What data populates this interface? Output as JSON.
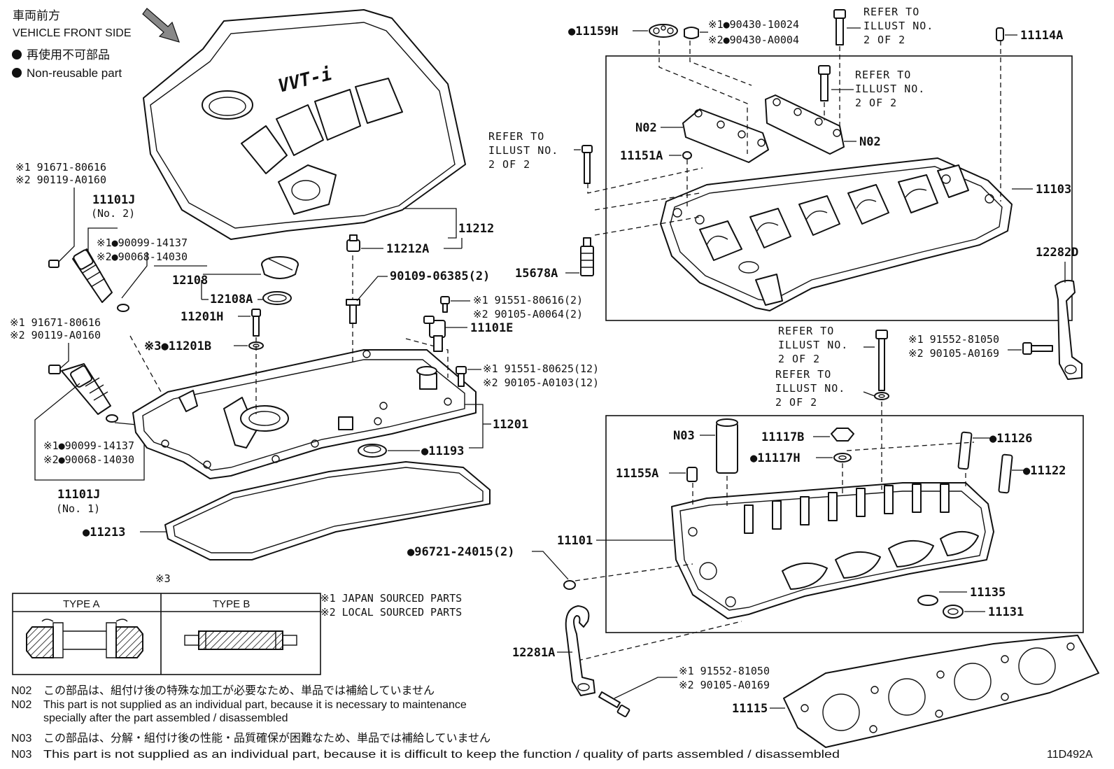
{
  "orientation": {
    "label_ja": "車両前方",
    "label_en": "VEHICLE FRONT SIDE"
  },
  "legend": {
    "nonreusable_ja": "再使用不可部品",
    "nonreusable_en": "Non-reusable part",
    "sourced_japan": "※1 JAPAN SOURCED PARTS",
    "sourced_local": "※2 LOCAL SOURCED PARTS"
  },
  "refer_to": [
    "REFER TO",
    "ILLUST NO.",
    "2 OF 2"
  ],
  "parts": {
    "p11159H": "●11159H",
    "p90430_1": "※1●90430-10024",
    "p90430_2": "※2●90430-A0004",
    "p11114A": "11114A",
    "pN02a": "N02",
    "pN02b": "N02",
    "p11151A": "11151A",
    "p11103": "11103",
    "p15678A": "15678A",
    "p12282D": "12282D",
    "p91552_a1": "※1 91552-81050",
    "p90105_a2": "※2 90105-A0169",
    "p91671_a1": "※1 91671-80616",
    "p90119_a2": "※2 90119-A0160",
    "p11101J_2": "11101J",
    "p11101J_2n": "(No. 2)",
    "p90099_a1": "※1●90099-14137",
    "p90068_a2": "※2●90068-14030",
    "p11212": "11212",
    "p11212A": "11212A",
    "p12108": "12108",
    "p12108A": "12108A",
    "p90109": "90109-06385(2)",
    "p91551_616": "※1 91551-80616(2)",
    "p90105_64": "※2 90105-A0064(2)",
    "p11101E": "11101E",
    "p11201H": "11201H",
    "p11201B": "※3●11201B",
    "p91671_b1": "※1 91671-80616",
    "p90119_b2": "※2 90119-A0160",
    "p91551_625": "※1 91551-80625(12)",
    "p90105_103": "※2 90105-A0103(12)",
    "p11201": "11201",
    "p11193": "●11193",
    "p90099_b1": "※1●90099-14137",
    "p90068_b2": "※2●90068-14030",
    "p11101J_1": "11101J",
    "p11101J_1n": "(No. 1)",
    "p11213": "●11213",
    "pN03": "N03",
    "p11117B": "11117B",
    "p11117H": "●11117H",
    "p11126": "●11126",
    "p11122": "●11122",
    "p11155A": "11155A",
    "p11101": "11101",
    "p96721": "●96721-24015(2)",
    "p11135": "11135",
    "p11131": "11131",
    "p12281A": "12281A",
    "p91552_b1": "※1 91552-81050",
    "p90105_b2": "※2 90105-A0169",
    "p11115": "11115",
    "engine_badge": "VVT-i"
  },
  "inset": {
    "mark": "※3",
    "type_a": "TYPE A",
    "type_b": "TYPE B"
  },
  "notes": [
    {
      "code": "N02",
      "text": "この部品は、組付け後の特殊な加工が必要なため、単品では補給していません"
    },
    {
      "code": "N02",
      "text": "This part is not supplied as an individual part, because it is necessary to maintenance"
    },
    {
      "code": "",
      "text": "specially after the part assembled / disassembled"
    },
    {
      "code": "N03",
      "text": "この部品は、分解・組付け後の性能・品質確保が困難なため、単品では補給していません"
    },
    {
      "code": "N03",
      "text": "This part is not supplied as an individual part, because it is difficult to keep the function / quality of parts  assembled / disassembled"
    }
  ],
  "illustration_id": "11D492A"
}
